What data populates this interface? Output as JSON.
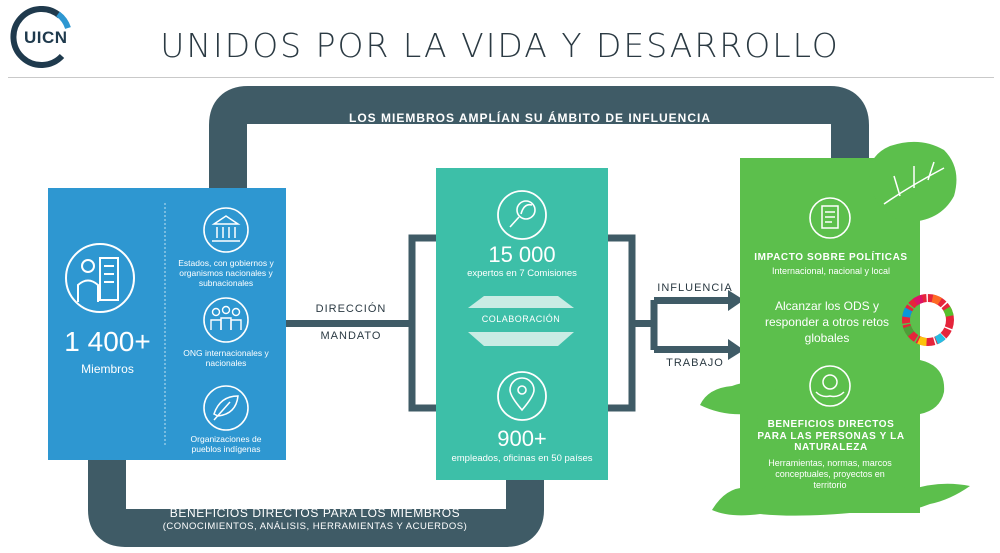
{
  "header": {
    "logo_text": "UICN",
    "title": "UNIDOS POR LA VIDA Y DESARROLLO"
  },
  "top_arrow": {
    "title": "LOS MIEMBROS AMPLÍAN SU ÁMBITO DE INFLUENCIA",
    "subtitle": "A TRAVÉS DEL CONGRESO MUNDIAL DE LA NATURALEZA"
  },
  "bottom_arrow": {
    "title": "BENEFICIOS DIRECTOS PARA LOS MIEMBROS",
    "subtitle": "(CONOCIMIENTOS, ANÁLISIS, HERRAMIENTAS Y ACUERDOS)"
  },
  "members": {
    "count": "1 400+",
    "label": "Miembros",
    "types": [
      {
        "label": "Estados, con gobiernos y organismos nacionales y subnacionales",
        "icon": "government-building-icon"
      },
      {
        "label": "ONG internacionales y nacionales",
        "icon": "people-group-icon"
      },
      {
        "label": "Organizaciones de pueblos indígenas",
        "icon": "leaf-hand-icon"
      }
    ]
  },
  "connectors": {
    "direction": "DIRECCIÓN",
    "mandate": "MANDATO",
    "influence": "INFLUENCIA",
    "work": "TRABAJO"
  },
  "experts": {
    "count": "15 000",
    "label": "expertos en 7 Comisiones",
    "collaboration": "COLABORACIÓN",
    "staff_count": "900+",
    "staff_label": "empleados, oficinas en 50 países"
  },
  "impact": {
    "policy_title": "IMPACTO SOBRE POLÍTICAS",
    "policy_subtitle": "Internacional, nacional y local",
    "sdg_text": "Alcanzar los ODS y responder a otros retos globales",
    "benefits_title": "BENEFICIOS DIRECTOS PARA LAS PERSONAS Y LA NATURALEZA",
    "benefits_text": "Herramientas, normas, marcos conceptuales, proyectos en territorio"
  },
  "colors": {
    "blue": "#2e97d1",
    "teal": "#3dbfa8",
    "green": "#5cbf4c",
    "slate": "#3f5b66",
    "dark_text": "#2b3a43"
  }
}
